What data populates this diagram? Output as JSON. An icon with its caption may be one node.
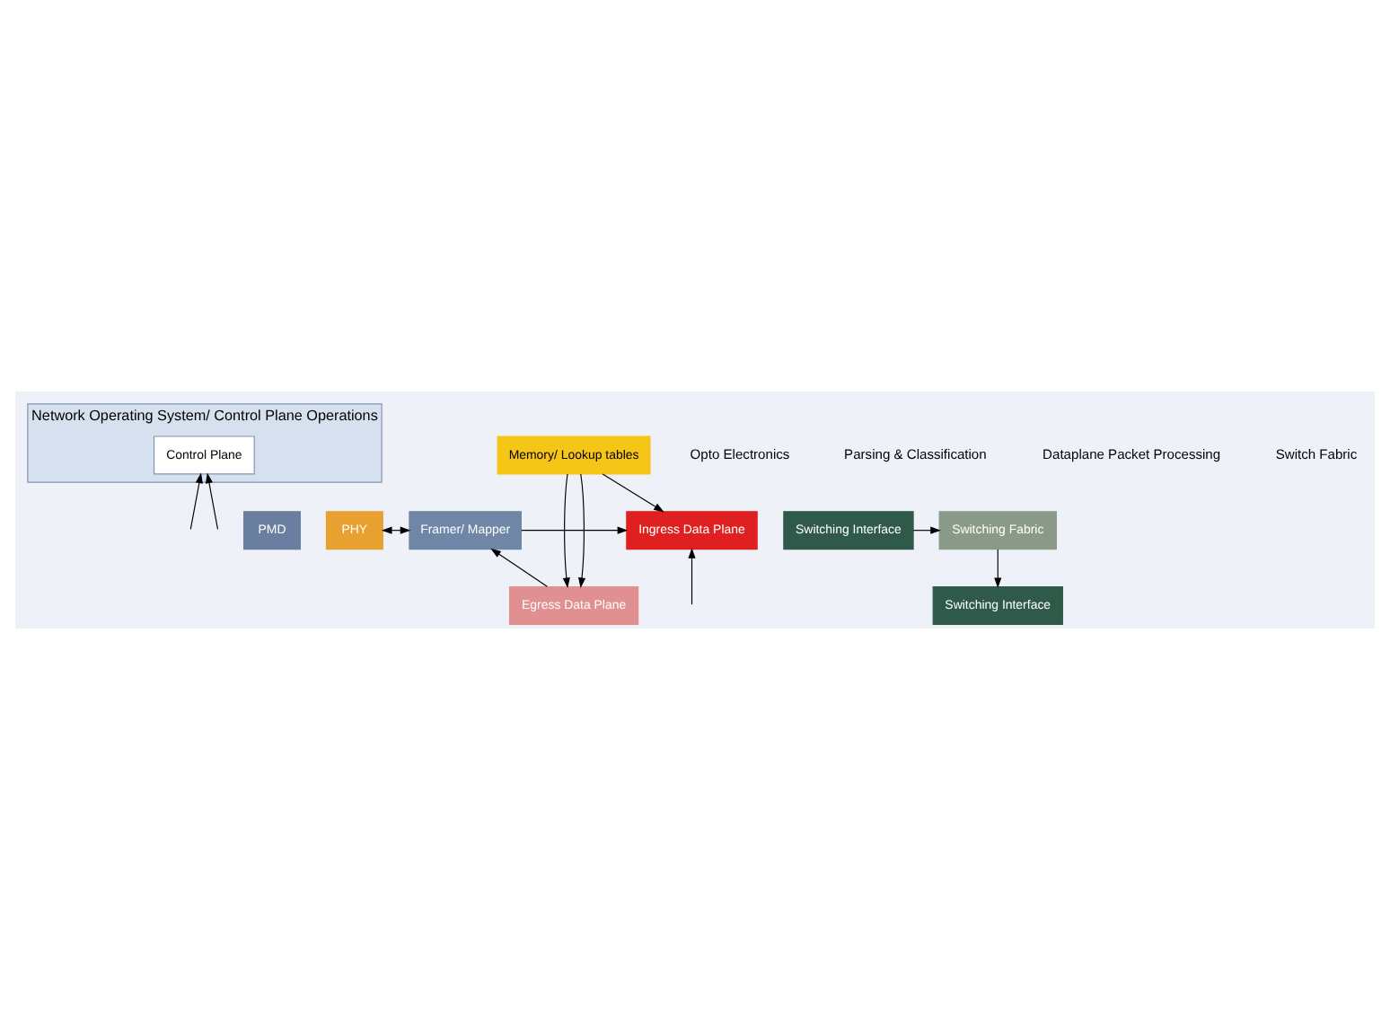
{
  "diagram": {
    "nodes": [
      {
        "text": [
          "Network Operating System/ Control Plane Operations"
        ]
      },
      {
        "text": [
          "Control Plane"
        ],
        "in": 0
      },
      {
        "text": [
          "PMD"
        ]
      },
      {
        "text": [
          "PHY"
        ]
      },
      {
        "text": [
          "Framer/ Mapper"
        ]
      },
      {
        "text": [
          "Ingress Data Plane"
        ]
      },
      {
        "text": [
          "Switching Interface"
        ]
      },
      {
        "text": [
          "Switching Fabric"
        ]
      },
      {
        "text": [
          "Memory/ Lookup tables"
        ]
      },
      {
        "text": [
          "Egress Data Plane"
        ]
      },
      {
        "text": [
          "Switching Interface"
        ]
      }
    ],
    "edges": [
      {
        "from": null,
        "to": 1,
        "arrow": "to"
      },
      {
        "from": null,
        "to": 1,
        "arrow": "to"
      },
      {
        "from": 3,
        "to": 4,
        "arrow": "both"
      },
      {
        "from": 4,
        "to": 5,
        "arrow": "to"
      },
      {
        "from": null,
        "to": 5,
        "arrow": "to"
      },
      {
        "from": 6,
        "to": 7,
        "arrow": "to"
      },
      {
        "from": 8,
        "to": 5,
        "arrow": "to"
      },
      {
        "from": 8,
        "to": 9,
        "arrow": "to"
      },
      {
        "from": 8,
        "to": 9,
        "arrow": "to"
      },
      {
        "from": 9,
        "to": 4,
        "arrow": "to"
      },
      {
        "from": 7,
        "to": 10,
        "arrow": "to"
      }
    ],
    "labels": [
      "Opto Electronics",
      "Parsing & Classification",
      "Dataplane Packet Processing",
      "Switch Fabric"
    ]
  }
}
